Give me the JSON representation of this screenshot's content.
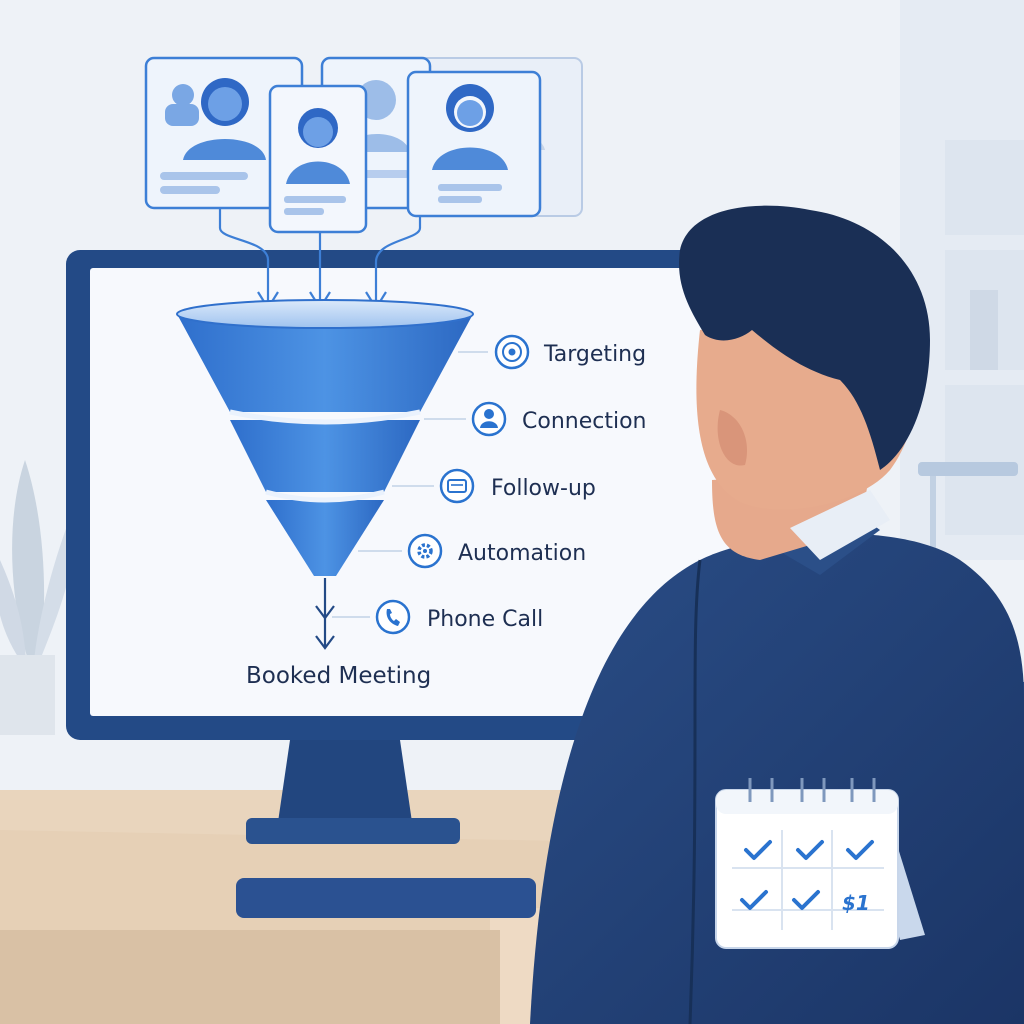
{
  "funnel": {
    "stages": [
      {
        "label": "Targeting",
        "icon": "target-icon"
      },
      {
        "label": "Connection",
        "icon": "person-icon"
      },
      {
        "label": "Follow-up",
        "icon": "message-icon"
      },
      {
        "label": "Automation",
        "icon": "gear-icon"
      },
      {
        "label": "Phone Call",
        "icon": "phone-icon"
      }
    ],
    "outcome": "Booked Meeting"
  },
  "calendar": {
    "checked_cells": 5,
    "cell_text": "$1"
  },
  "colors": {
    "funnel_blue": "#3d84de",
    "navy": "#1f3e72",
    "accent": "#2a73cf"
  }
}
